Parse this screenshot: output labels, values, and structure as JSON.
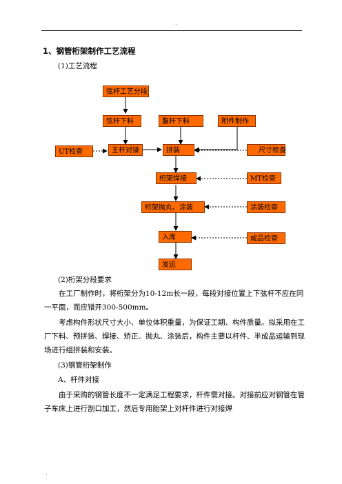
{
  "header": {
    "top_mark": "."
  },
  "footer": {
    "bottom_mark": "."
  },
  "section": {
    "title": "1、钢管桁架制作工艺流程",
    "sub1": "(1)工艺流程",
    "sub2": "(2)桁架分段要求",
    "p1": "在工厂制作时，将桁架分为10-12m长一段，每段对接位置上下弦杆不应在同一平面，而应错开300-500mm。",
    "p2": "考虑构件形状尺寸大小、单位体积重量，为保证工期、构件质量。拟采用在工厂下料、预拼装、焊接、矫正、抛丸、涂装后，构件主要以杆件、半成品运输到现场进行组拼装和安装。",
    "sub3": "(3)钢管桁架制作",
    "subA": "A、杆件对接",
    "p3": "由于采购的钢管长度不一定满足工程要求，杆件需对接。对接前应对钢管在管子车床上进行剖口加工，然后专用胎架上对杆件进行对接焊"
  },
  "flowchart": {
    "box_color": "#ff6a00",
    "nodes": {
      "chord_segment": "弦杆工艺分段",
      "chord_cut": "弦杆下料",
      "web_cut": "腹杆下料",
      "attach_make": "附件制作",
      "ut_check": "UT检查",
      "main_butt": "主杆对接",
      "assemble": "拼装",
      "size_check": "尺寸检查",
      "truss_weld": "桁架焊接",
      "mt_check": "MT检查",
      "blast_coat": "桁架抛丸、涂装",
      "coat_check": "涂装检查",
      "storage": "入库",
      "product_check": "成品检查",
      "ship": "发运"
    }
  }
}
